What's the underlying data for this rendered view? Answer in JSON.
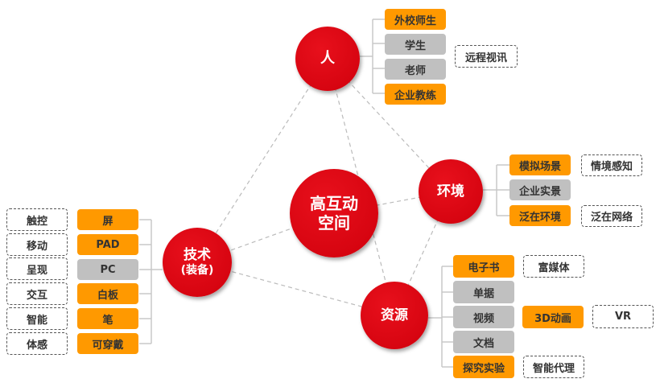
{
  "nodes": {
    "person": "人",
    "environment": "环境",
    "center_line1": "高互动",
    "center_line2": "空间",
    "tech_line1": "技术",
    "tech_line2": "(装备)",
    "resource": "资源"
  },
  "person_items": [
    "外校师生",
    "学生",
    "老师",
    "企业教练"
  ],
  "person_note": "远程视讯",
  "env_items": [
    "模拟场景",
    "企业实景",
    "泛在环境"
  ],
  "env_notes": [
    "情境感知",
    "泛在网络"
  ],
  "tech_items": [
    "屏",
    "PAD",
    "PC",
    "白板",
    "笔",
    "可穿戴"
  ],
  "tech_notes": [
    "触控",
    "移动",
    "呈现",
    "交互",
    "智能",
    "体感"
  ],
  "resource_items": [
    "电子书",
    "单据",
    "视频",
    "文档",
    "探究实验"
  ],
  "resource_notes": {
    "rich_media": "富媒体",
    "animation": "3D动画",
    "vr": "VR",
    "agent": "智能代理"
  },
  "colors": {
    "red": "#d0000c",
    "orange": "#ff9900",
    "gray": "#c0c0c0"
  }
}
